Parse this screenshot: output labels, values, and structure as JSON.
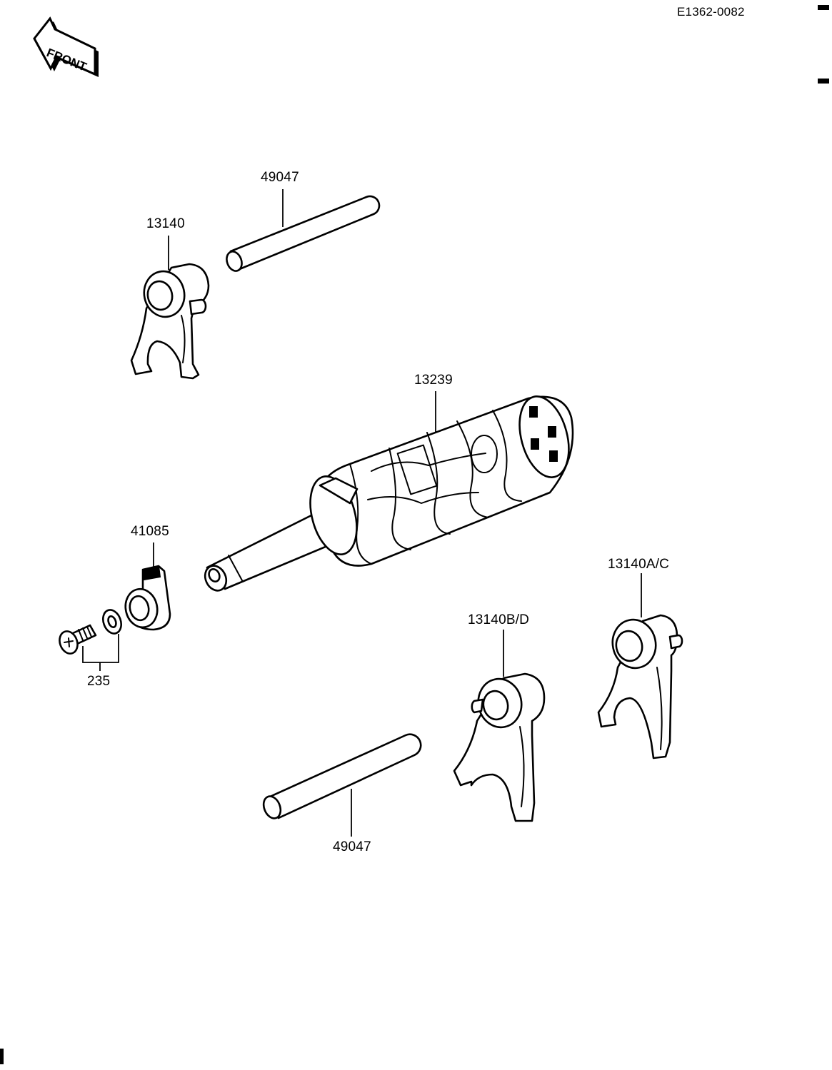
{
  "header": {
    "drawing_code": "E1362-0082"
  },
  "front_badge": {
    "text": "FRONT",
    "icon": "front-arrow-icon"
  },
  "callouts": [
    {
      "id": "shaft-top",
      "label": "49047"
    },
    {
      "id": "fork-top",
      "label": "13140"
    },
    {
      "id": "drum",
      "label": "13239"
    },
    {
      "id": "lever",
      "label": "41085"
    },
    {
      "id": "screw-set",
      "label": "235"
    },
    {
      "id": "fork-right",
      "label": "13140A/C"
    },
    {
      "id": "fork-mid",
      "label": "13140B/D"
    },
    {
      "id": "shaft-bottom",
      "label": "49047"
    }
  ]
}
